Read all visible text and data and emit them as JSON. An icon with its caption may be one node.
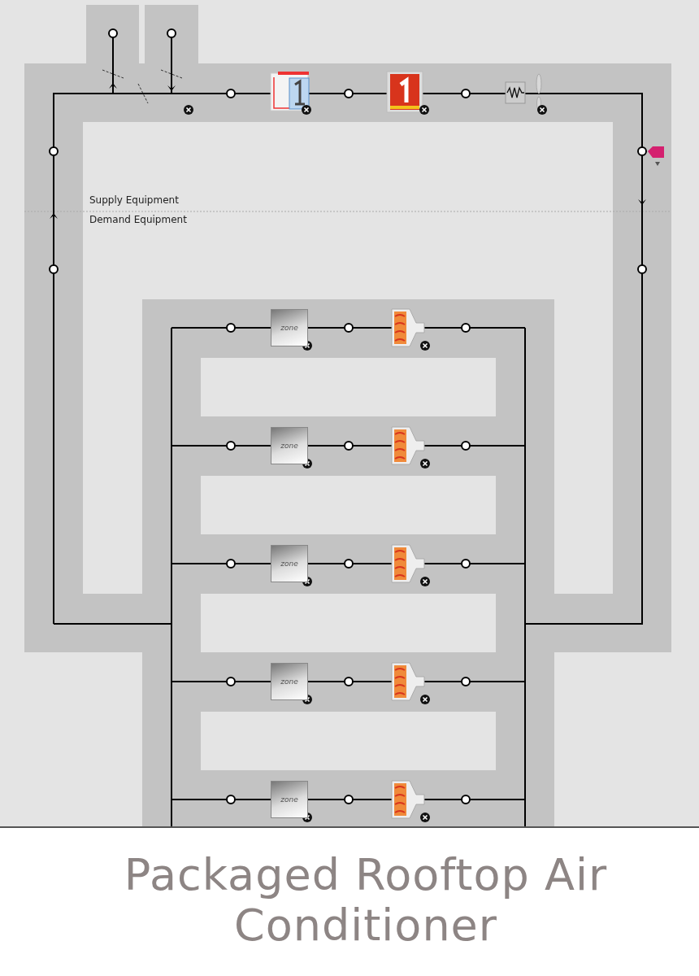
{
  "diagram": {
    "caption": "Packaged Rooftop Air Conditioner",
    "nodes": [
      {
        "text": [
          "zone"
        ]
      },
      {
        "text": [
          "zone"
        ]
      },
      {
        "text": [
          "zone"
        ]
      },
      {
        "text": [
          "zone"
        ]
      },
      {
        "text": [
          "zone"
        ]
      }
    ],
    "labels": [
      "Supply Equipment",
      "Demand Equipment"
    ]
  }
}
